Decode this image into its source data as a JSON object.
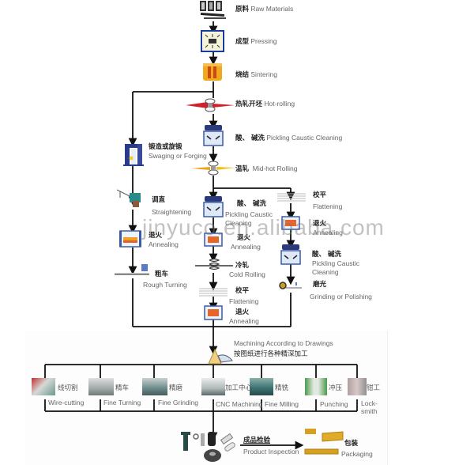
{
  "diagram": {
    "title": "Tungsten/Molybdenum Product Manufacturing Process Flow",
    "watermark": "jinyuco.en.alibaba.com",
    "main_column": {
      "raw_materials": {
        "cn": "原料",
        "en": "Raw Materials",
        "icon": "raw-materials-icon"
      },
      "pressing": {
        "cn": "成型",
        "en": "Pressing",
        "icon": "press-icon"
      },
      "sintering": {
        "cn": "烧结",
        "en": "Sintering",
        "icon": "furnace-icon"
      },
      "hot_rolling": {
        "cn": "热轧开坯",
        "en": "Hot-rolling",
        "icon": "rolling-icon"
      },
      "pickling_1": {
        "cn": "酸、 碱洗",
        "en": "Pickling Caustic Cleaning",
        "icon": "cleaning-tank-icon"
      },
      "mid_hot_rolling": {
        "cn": "温轧",
        "en": "Mid-hot Rolling",
        "icon": "rolling-icon"
      }
    },
    "left_branch": [
      {
        "cn": "锻造或旋锻",
        "en": "Swaging or Forging",
        "icon": "forging-press-icon"
      },
      {
        "cn": "调直",
        "en": "Straightening",
        "icon": "straightening-machine-icon"
      },
      {
        "cn": "退火",
        "en": "Annealing",
        "icon": "annealing-furnace-icon"
      },
      {
        "cn": "粗车",
        "en": "Rough Turning",
        "icon": "lathe-icon"
      }
    ],
    "center_branch": [
      {
        "cn": "酸、 碱洗",
        "en_line1": "Pickling Caustic",
        "en_line2": "Cleaning",
        "icon": "cleaning-tank-icon"
      },
      {
        "cn": "退火",
        "en": "Annealing",
        "icon": "annealing-furnace-icon"
      },
      {
        "cn": "冷轧",
        "en": "Cold Rolling",
        "icon": "rolling-icon"
      },
      {
        "cn": "校平",
        "en": "Flattening",
        "icon": "flattening-icon"
      },
      {
        "cn": "退火",
        "en": "Annealing",
        "icon": "annealing-furnace-icon"
      }
    ],
    "right_branch": [
      {
        "cn": "校平",
        "en": "Flattening",
        "icon": "flattening-icon"
      },
      {
        "cn": "退火",
        "en": "Annealing",
        "icon": "annealing-furnace-icon"
      },
      {
        "cn": "酸、 碱洗",
        "en_line1": "Pickling Caustic",
        "en_line2": "Cleaning",
        "icon": "cleaning-tank-icon"
      },
      {
        "cn": "磨光",
        "en": "Grinding or Polishing",
        "icon": "grinding-icon"
      }
    ],
    "machining": {
      "en": "Machining According to Drawings",
      "cn": "按图纸进行各种精深加工",
      "icon": "drawing-tools-icon"
    },
    "machining_options": [
      {
        "cn": "线切割",
        "en": "Wire-cutting"
      },
      {
        "cn": "精车",
        "en": "Fine Turning"
      },
      {
        "cn": "精磨",
        "en": "Fine Grinding"
      },
      {
        "cn": "加工中心",
        "en": "CNC Machining"
      },
      {
        "cn": "精铣",
        "en": "Fine Milling"
      },
      {
        "cn": "冲压",
        "en": "Punching"
      },
      {
        "cn": "钳工",
        "en_line1": "Lock-",
        "en_line2": "smith"
      }
    ],
    "final": {
      "inspection": {
        "cn": "成品检验",
        "en": "Product Inspection",
        "icon": "finished-parts-icon"
      },
      "packaging": {
        "cn": "包装",
        "en": "Packaging",
        "icon": "packaging-boxes-icon"
      }
    },
    "colors": {
      "line": "#111111",
      "hot": "#d0202a",
      "warm": "#f0a020",
      "furnace": "#f2a81e",
      "tank": "#3a5aa8",
      "anneal": "#e8652a"
    }
  }
}
